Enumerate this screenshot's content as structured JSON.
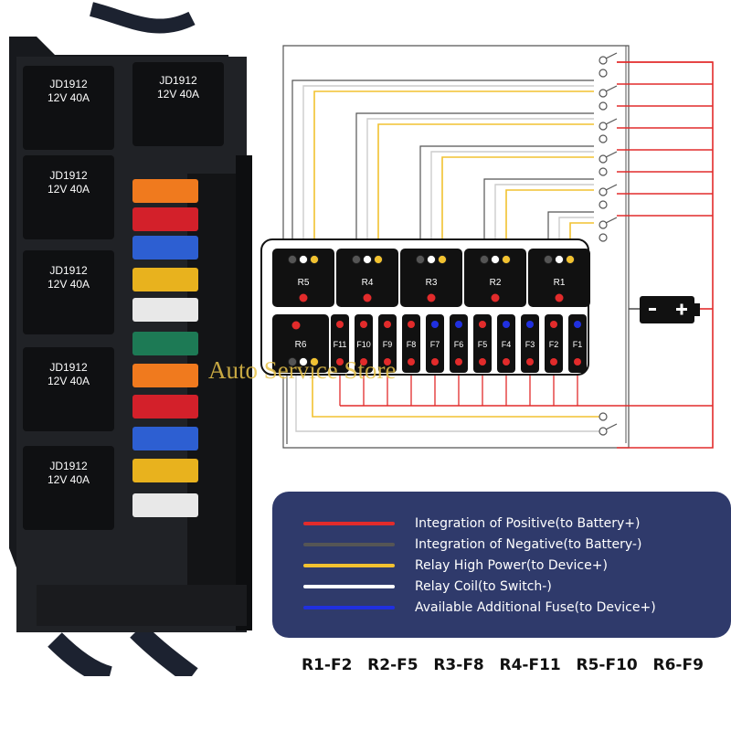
{
  "relays": [
    {
      "brand": "JD1912",
      "rating": "12V  40A"
    },
    {
      "brand": "JD1912",
      "rating": "12V  40A"
    },
    {
      "brand": "JD1912",
      "rating": "12V  40A"
    },
    {
      "brand": "JD1912",
      "rating": "12V  40A"
    },
    {
      "brand": "JD1912",
      "rating": "12V  40A"
    },
    {
      "brand": "JD1912",
      "rating": "12V  40A"
    }
  ],
  "diagram": {
    "relay_labels": [
      "R5",
      "R4",
      "R3",
      "R2",
      "R1",
      "R6"
    ],
    "fuse_labels": [
      "F11",
      "F10",
      "F9",
      "F8",
      "F7",
      "F6",
      "F5",
      "F4",
      "F3",
      "F2",
      "F1"
    ]
  },
  "watermark": "Auto Service Store",
  "legend": [
    {
      "label": "Integration of Positive(to Battery+)",
      "color": "#e22b2b"
    },
    {
      "label": "Integration of Negative(to Battery-)",
      "color": "#555555"
    },
    {
      "label": "Relay High Power(to Device+)",
      "color": "#f2c230"
    },
    {
      "label": "Relay Coil(to Switch-)",
      "color": "#ffffff"
    },
    {
      "label": "Available Additional Fuse(to Device+)",
      "color": "#2030e0"
    }
  ],
  "mapping": [
    "R1-F2",
    "R2-F5",
    "R3-F8",
    "R4-F11",
    "R5-F10",
    "R6-F9"
  ],
  "colors": {
    "red": "#e22b2b",
    "gray": "#555555",
    "yellow": "#f2c230",
    "blue": "#2030e0",
    "box": "#111111"
  }
}
